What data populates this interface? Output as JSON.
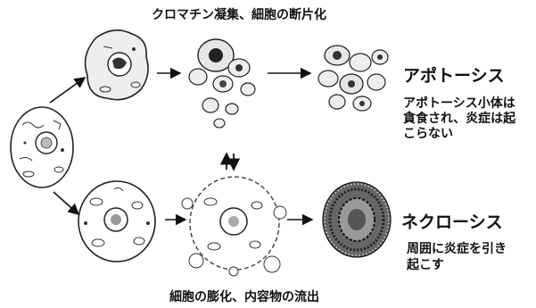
{
  "captions": {
    "top": "クロマチン凝集、細胞の断片化",
    "bottom": "細胞の膨化、内容物の流出"
  },
  "apoptosis": {
    "title": "アポトーシス",
    "description": "アポトーシス小体は貪食され、炎症は起こらない"
  },
  "necrosis": {
    "title": "ネクローシス",
    "description": "周囲に炎症を引き起こす"
  }
}
